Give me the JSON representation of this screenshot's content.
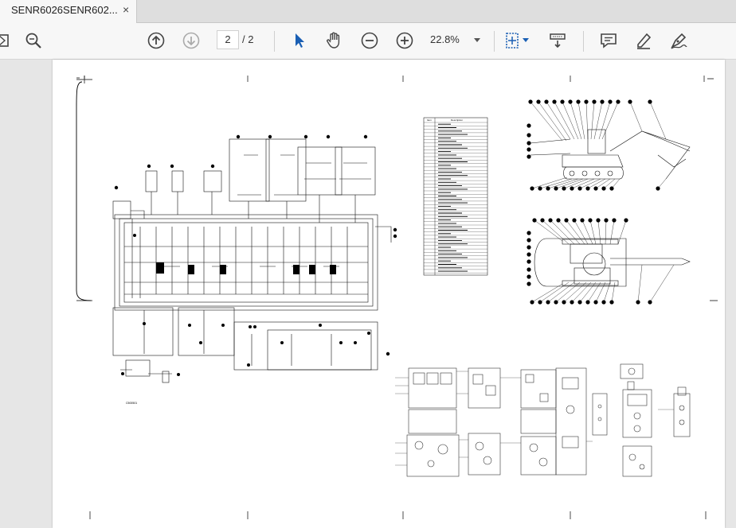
{
  "tab": {
    "title": "SENR6026SENR602...",
    "close": "×"
  },
  "toolbar": {
    "current_page": "2",
    "page_total": "/ 2",
    "zoom": "22.8%"
  },
  "icons": [
    "sidebar-icon",
    "search-icon",
    "page-up-icon",
    "page-down-icon",
    "select-cursor-icon",
    "hand-icon",
    "zoom-out-icon",
    "zoom-in-icon",
    "fit-page-icon",
    "scroll-mode-icon",
    "comment-icon",
    "highlight-pen-icon",
    "sign-icon"
  ],
  "document": {
    "figure_code": "C500501",
    "table_header": {
      "item": "Item",
      "description": "Description"
    },
    "table_rows": 44
  }
}
